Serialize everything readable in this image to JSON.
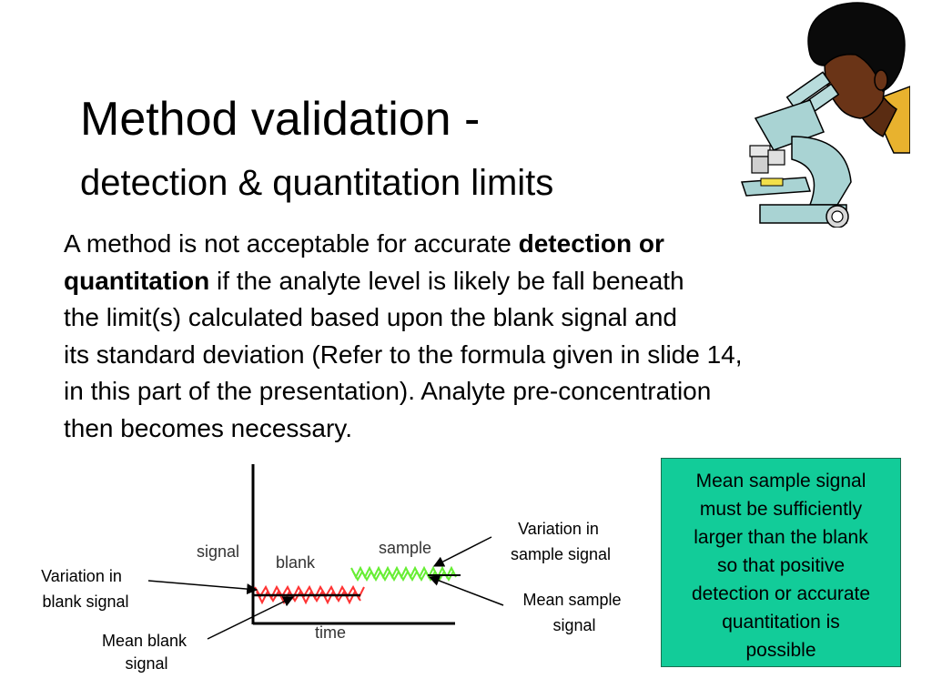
{
  "title": {
    "line1": "Method validation -",
    "line2": "detection & quantitation limits"
  },
  "body": {
    "l1_normal": "A method is not acceptable for accurate ",
    "l1_bold": "detection or",
    "l2_bold": "quantitation",
    "l2_normal": " if the analyte level is likely be fall beneath",
    "l3": "the limit(s) calculated based upon the blank signal and",
    "l4": "its standard deviation (Refer to the formula given in slide 14,",
    "l5": "in this part of the presentation).  Analyte pre-concentration",
    "l6": "then becomes necessary."
  },
  "callout": {
    "lines": [
      "Mean sample signal",
      "must be sufficiently",
      "larger than the blank",
      "so that positive",
      "detection or accurate",
      "quantitation is",
      "possible"
    ],
    "color": "#12cc99"
  },
  "diagram": {
    "axis_y_label": "signal",
    "axis_x_label": "time",
    "blank_label": "blank",
    "sample_label": "sample",
    "var_blank": [
      "Variation in",
      "blank signal"
    ],
    "mean_blank": [
      "Mean blank",
      "signal"
    ],
    "var_sample": [
      "Variation in",
      "sample signal"
    ],
    "mean_sample": [
      "Mean sample",
      "signal"
    ],
    "blank_color": "#ff3333",
    "sample_color": "#66ee33"
  },
  "illustration": {
    "icon": "scientist-microscope-icon"
  }
}
